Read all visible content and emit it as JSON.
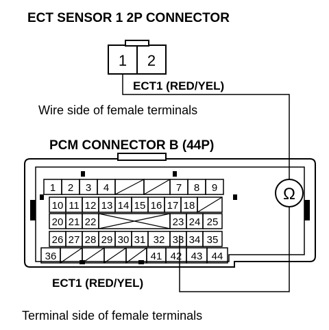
{
  "ect_connector": {
    "title": "ECT SENSOR 1 2P CONNECTOR",
    "pins": [
      "1",
      "2"
    ],
    "wire_label": "ECT1 (RED/YEL)",
    "caption": "Wire side of female terminals"
  },
  "pcm_connector": {
    "title": "PCM CONNECTOR B (44P)",
    "wire_label": "ECT1 (RED/YEL)",
    "caption": "Terminal side of female terminals",
    "rows": [
      [
        "1",
        "2",
        "3",
        "4",
        "",
        "",
        "7",
        "8",
        "9"
      ],
      [
        "10",
        "11",
        "12",
        "13",
        "14",
        "15",
        "16",
        "17",
        "18",
        ""
      ],
      [
        "20",
        "21",
        "22",
        "",
        "",
        "",
        "",
        "23",
        "24",
        "25"
      ],
      [
        "26",
        "27",
        "28",
        "29",
        "30",
        "31",
        "32",
        "33",
        "34",
        "35"
      ],
      [
        "36",
        "",
        "",
        "",
        "",
        "41",
        "42",
        "43",
        "44"
      ]
    ]
  },
  "meter": {
    "symbol": "Ω"
  }
}
